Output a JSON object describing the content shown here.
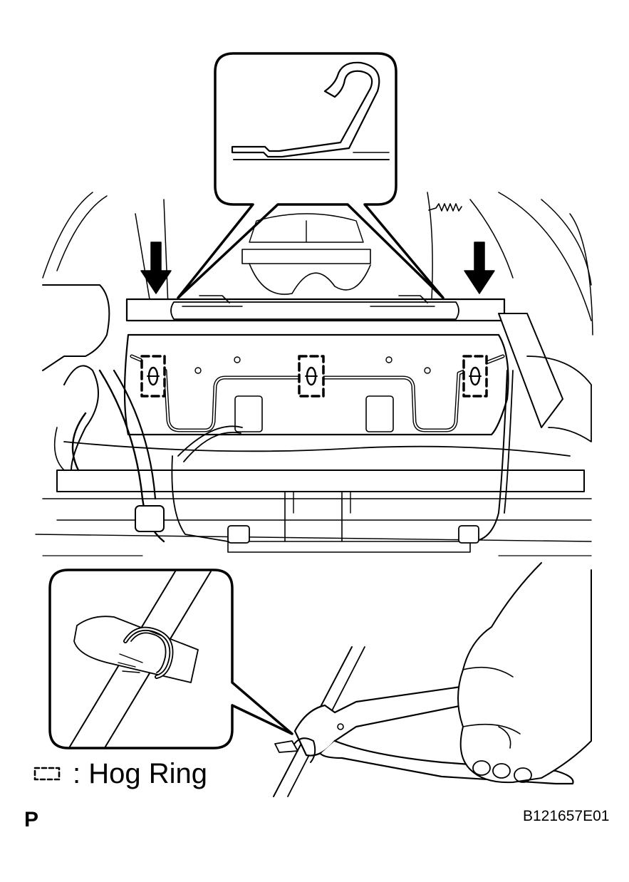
{
  "legend": {
    "symbol_name": "hog-ring-symbol",
    "separator": ":",
    "label": "Hog Ring"
  },
  "view_marker": "P",
  "figure_code": "B121657E01"
}
